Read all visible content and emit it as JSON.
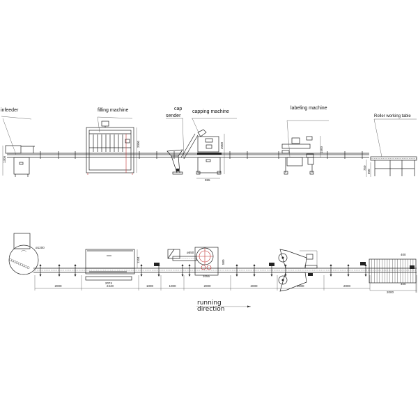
{
  "elevation_view": {
    "labels": {
      "infeeder": "infeeder",
      "filling_machine": "filling machine",
      "cap_sender_1": "cap",
      "cap_sender_2": "sender",
      "capping_machine": "capping machine",
      "labeling_machine": "labeling machine",
      "roller_table": "Roller working table"
    },
    "dimensions": {
      "infeeder_height": "1300",
      "filling_height": "2000",
      "capping_height": "2000",
      "capping_width": "955",
      "labeling_height": "1500",
      "table_height": "750",
      "table_width": "600"
    }
  },
  "plan_view": {
    "dimensions": {
      "infeeder_diameter": "ø1200",
      "filling_depth": "1104",
      "filling_width": "2074",
      "cap_diameter": "ø550",
      "capping_width": "1055",
      "capping_depth": "580",
      "table_width_top": "400",
      "table_width_bottom": "400",
      "table_length": "2000"
    },
    "segments": [
      "2000",
      "2440",
      "1000",
      "1000",
      "2000",
      "2000",
      "2000",
      "2000",
      "2000"
    ]
  },
  "direction": {
    "line1": "running",
    "line2": "direction"
  },
  "colors": {
    "line": "#222222",
    "accent": "#c03030"
  }
}
